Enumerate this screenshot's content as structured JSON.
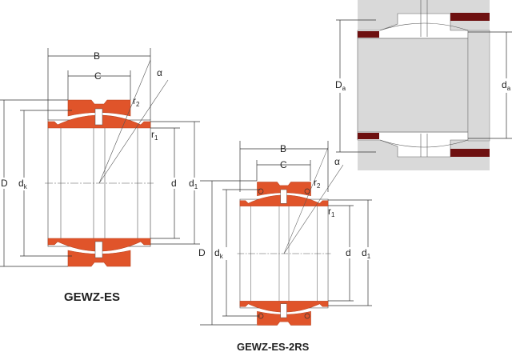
{
  "colors": {
    "ring": "#e0542a",
    "housing": "#d9d9d9",
    "seal": "#6e1010"
  },
  "figure1": {
    "caption": "GEWZ-ES",
    "labels": {
      "B": "B",
      "C": "C",
      "alpha": "α",
      "r2": "r",
      "r2_sub": "2",
      "r1": "r",
      "r1_sub": "1",
      "D": "D",
      "dk": "d",
      "dk_sub": "k",
      "d": "d",
      "d1": "d",
      "d1_sub": "1"
    }
  },
  "figure2": {
    "caption": "GEWZ-ES-2RS",
    "labels": {
      "B": "B",
      "C": "C",
      "alpha": "α",
      "r2": "r",
      "r2_sub": "2",
      "r1": "r",
      "r1_sub": "1",
      "D": "D",
      "dk": "d",
      "dk_sub": "k",
      "d": "d",
      "d1": "d",
      "d1_sub": "1"
    }
  },
  "figure3": {
    "labels": {
      "Da": "D",
      "Da_sub": "a",
      "da": "d",
      "da_sub": "a"
    }
  }
}
